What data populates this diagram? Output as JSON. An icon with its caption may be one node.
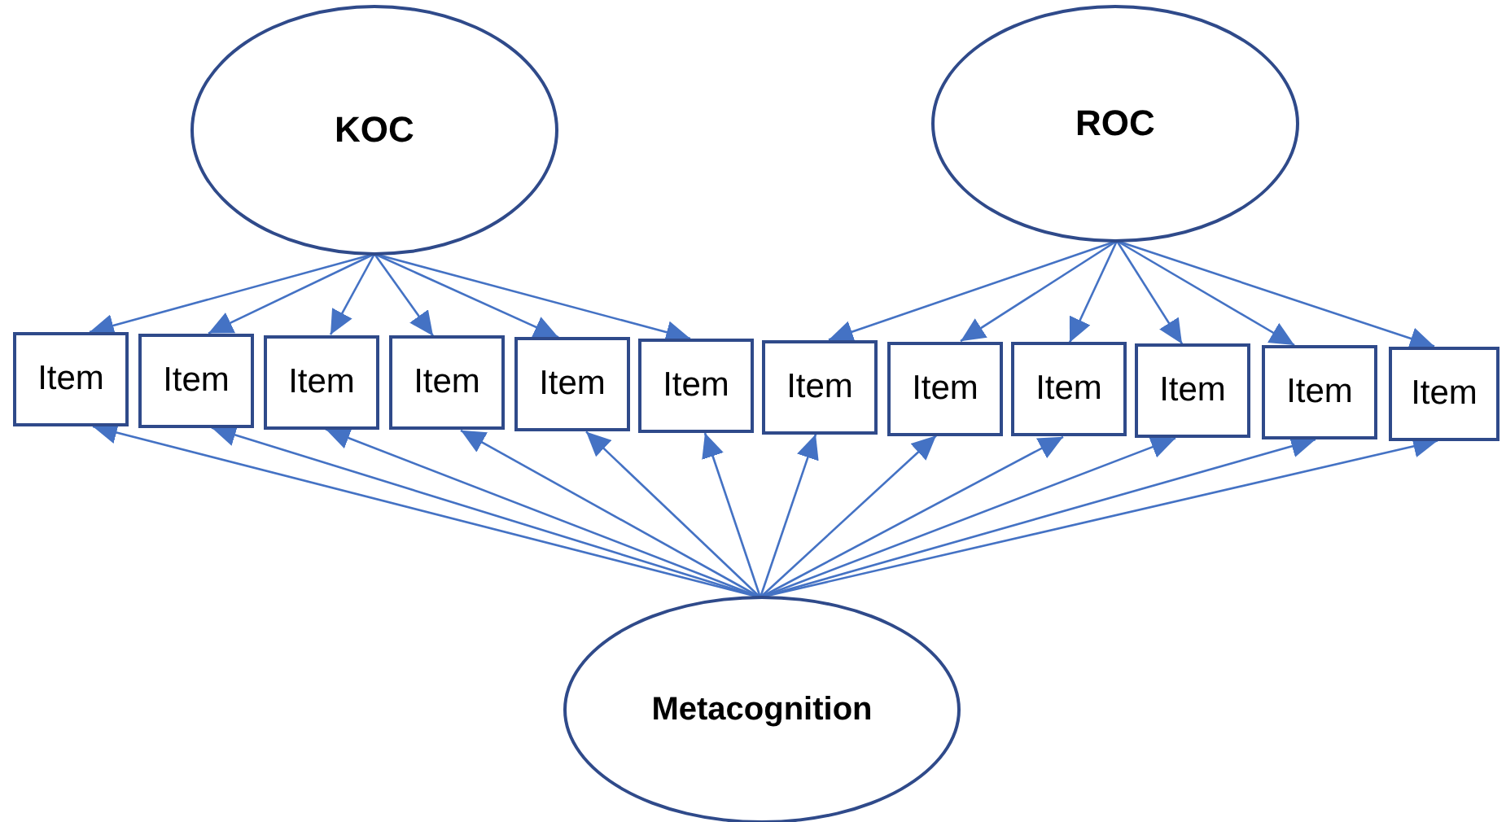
{
  "diagram": {
    "nodes": [
      {
        "text": [
          "KOC"
        ]
      },
      {
        "text": [
          "ROC"
        ]
      },
      {
        "text": [
          "Item"
        ]
      },
      {
        "text": [
          "Item"
        ]
      },
      {
        "text": [
          "Item"
        ]
      },
      {
        "text": [
          "Item"
        ]
      },
      {
        "text": [
          "Item"
        ]
      },
      {
        "text": [
          "Item"
        ]
      },
      {
        "text": [
          "Item"
        ]
      },
      {
        "text": [
          "Item"
        ]
      },
      {
        "text": [
          "Item"
        ]
      },
      {
        "text": [
          "Item"
        ]
      },
      {
        "text": [
          "Item"
        ]
      },
      {
        "text": [
          "Item"
        ]
      },
      {
        "text": [
          "Metacognition"
        ]
      }
    ],
    "edges": [
      {
        "from": 0,
        "to": 2,
        "arrow": "to"
      },
      {
        "from": 0,
        "to": 3,
        "arrow": "to"
      },
      {
        "from": 0,
        "to": 4,
        "arrow": "to"
      },
      {
        "from": 0,
        "to": 5,
        "arrow": "to"
      },
      {
        "from": 0,
        "to": 6,
        "arrow": "to"
      },
      {
        "from": 0,
        "to": 7,
        "arrow": "to"
      },
      {
        "from": 1,
        "to": 8,
        "arrow": "to"
      },
      {
        "from": 1,
        "to": 9,
        "arrow": "to"
      },
      {
        "from": 1,
        "to": 10,
        "arrow": "to"
      },
      {
        "from": 1,
        "to": 11,
        "arrow": "to"
      },
      {
        "from": 1,
        "to": 12,
        "arrow": "to"
      },
      {
        "from": 1,
        "to": 13,
        "arrow": "to"
      },
      {
        "from": 14,
        "to": 2,
        "arrow": "to"
      },
      {
        "from": 14,
        "to": 3,
        "arrow": "to"
      },
      {
        "from": 14,
        "to": 4,
        "arrow": "to"
      },
      {
        "from": 14,
        "to": 5,
        "arrow": "to"
      },
      {
        "from": 14,
        "to": 6,
        "arrow": "to"
      },
      {
        "from": 14,
        "to": 7,
        "arrow": "to"
      },
      {
        "from": 14,
        "to": 8,
        "arrow": "to"
      },
      {
        "from": 14,
        "to": 9,
        "arrow": "to"
      },
      {
        "from": 14,
        "to": 10,
        "arrow": "to"
      },
      {
        "from": 14,
        "to": 11,
        "arrow": "to"
      },
      {
        "from": 14,
        "to": 12,
        "arrow": "to"
      },
      {
        "from": 14,
        "to": 13,
        "arrow": "to"
      }
    ]
  }
}
